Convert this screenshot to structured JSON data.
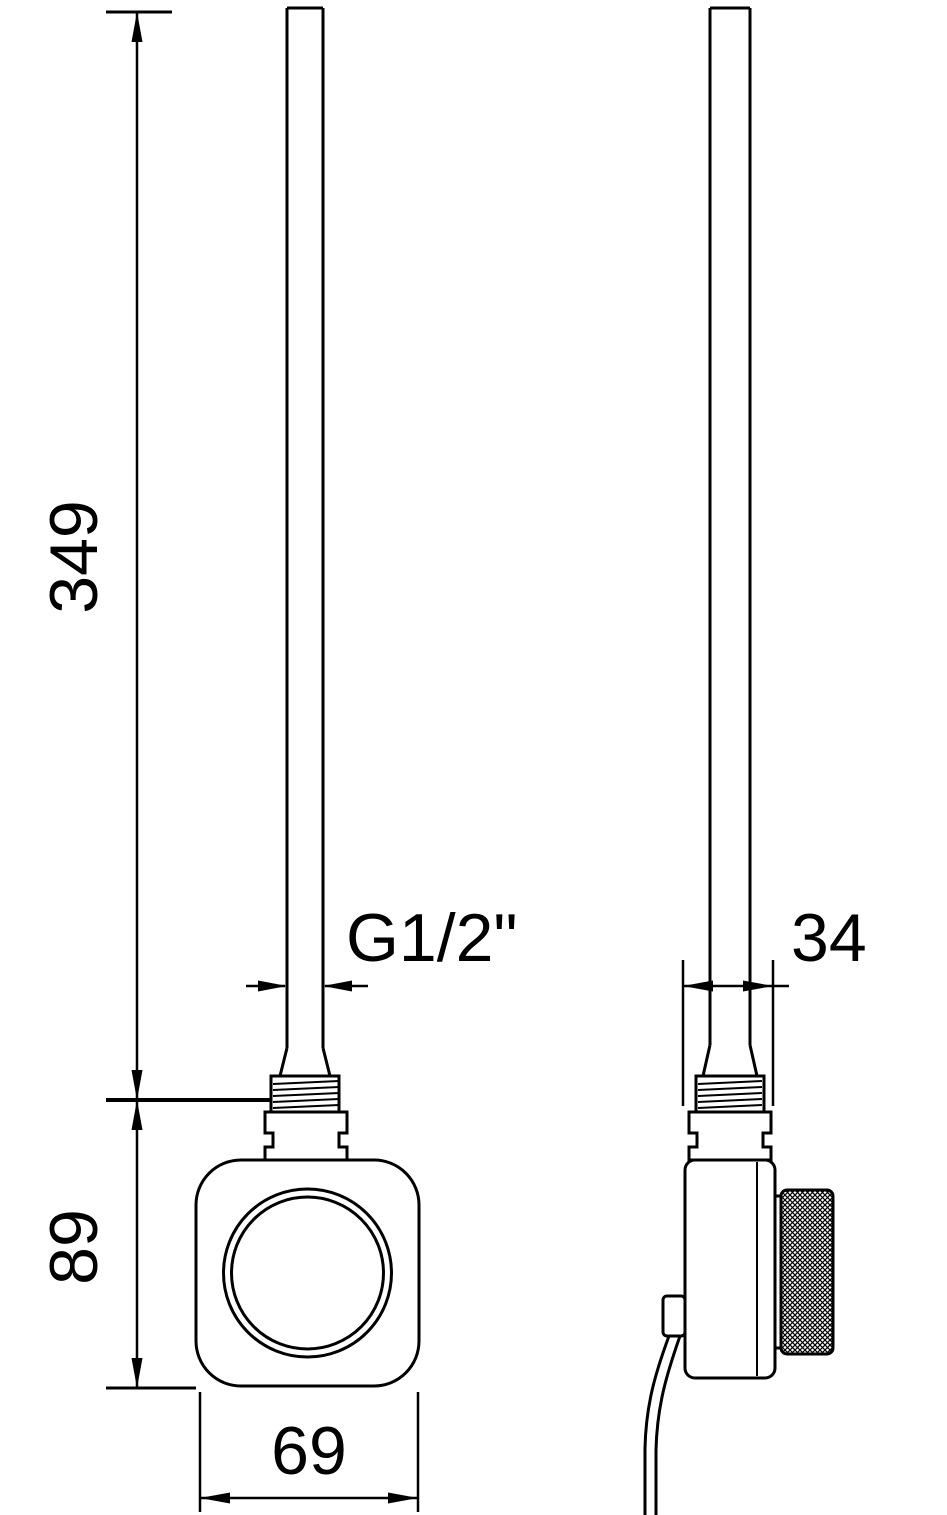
{
  "drawing": {
    "type": "technical-dimension-drawing",
    "views": {
      "front": "front-view",
      "side": "side-view"
    },
    "labels": {
      "rod_length": "349",
      "thread": "G1/2\"",
      "depth": "34",
      "height": "89",
      "width": "69"
    },
    "colors": {
      "line": "#000000",
      "background": "#ffffff"
    }
  }
}
